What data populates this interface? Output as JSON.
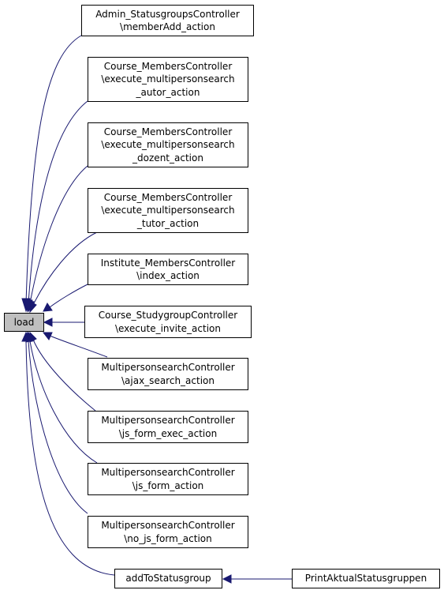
{
  "root": {
    "label": "load"
  },
  "callers": [
    {
      "label": "Admin_StatusgroupsController\n\\memberAdd_action"
    },
    {
      "label": "Course_MembersController\n\\execute_multipersonsearch\n_autor_action"
    },
    {
      "label": "Course_MembersController\n\\execute_multipersonsearch\n_dozent_action"
    },
    {
      "label": "Course_MembersController\n\\execute_multipersonsearch\n_tutor_action"
    },
    {
      "label": "Institute_MembersController\n\\index_action"
    },
    {
      "label": "Course_StudygroupController\n\\execute_invite_action"
    },
    {
      "label": "MultipersonsearchController\n\\ajax_search_action"
    },
    {
      "label": "MultipersonsearchController\n\\js_form_exec_action"
    },
    {
      "label": "MultipersonsearchController\n\\js_form_action"
    },
    {
      "label": "MultipersonsearchController\n\\no_js_form_action"
    },
    {
      "label": "addToStatusgroup"
    }
  ],
  "secondary": {
    "label": "PrintAktualStatusgruppen"
  },
  "colors": {
    "edge": "#191970",
    "root_fill": "#bfbfbf",
    "node_border": "#000000"
  }
}
